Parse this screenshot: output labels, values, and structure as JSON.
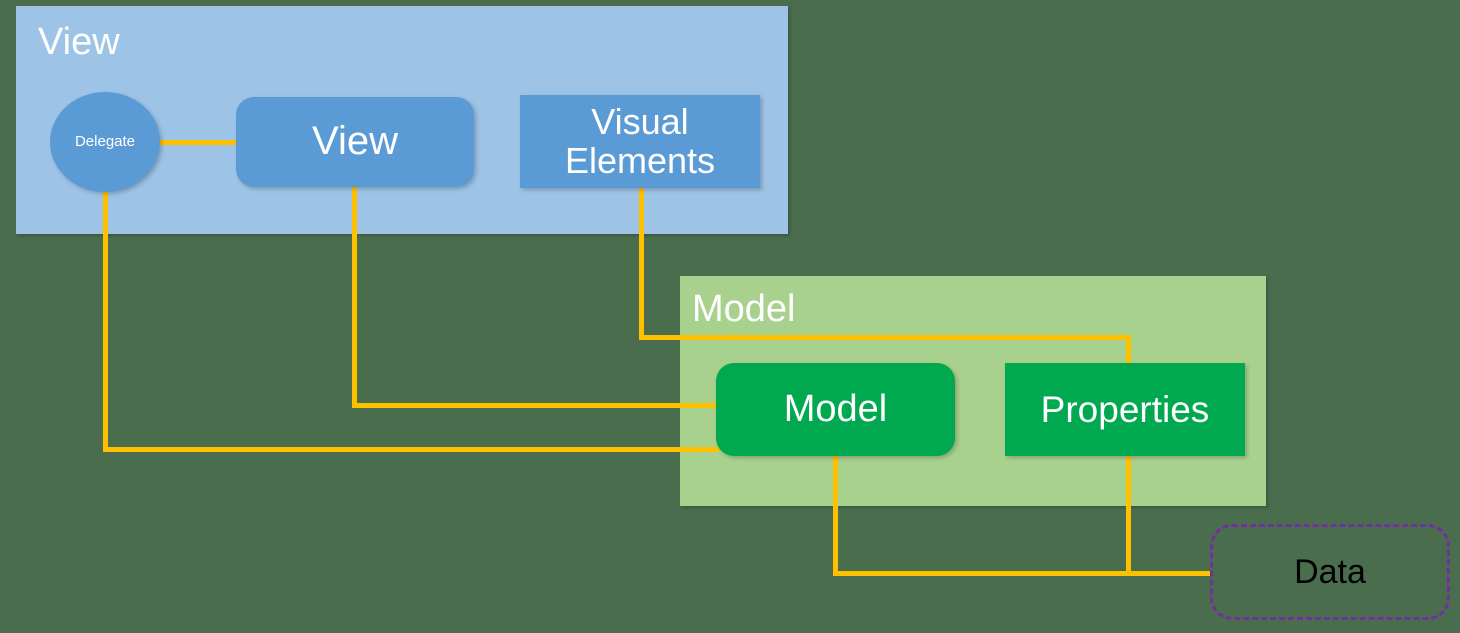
{
  "diagram": {
    "title": "View / Model architecture diagram",
    "background_color": "#4a6d4d",
    "connector_color": "#ffc000"
  },
  "groups": [
    {
      "id": "view-group",
      "label": "View",
      "fill": "#9dc3e6",
      "text_color": "#ffffff"
    },
    {
      "id": "model-group",
      "label": "Model",
      "fill": "#a9d18e",
      "text_color": "#ffffff"
    }
  ],
  "nodes": [
    {
      "id": "delegate",
      "label": "Delegate",
      "shape": "ellipse",
      "fill": "#5b9bd5",
      "text_color": "#ffffff",
      "group": "View"
    },
    {
      "id": "view",
      "label": "View",
      "shape": "rounded-rect",
      "fill": "#5b9bd5",
      "text_color": "#ffffff",
      "group": "View"
    },
    {
      "id": "visual-elements",
      "label": "Visual Elements",
      "label_line1": "Visual",
      "label_line2": "Elements",
      "shape": "rect",
      "fill": "#5b9bd5",
      "text_color": "#ffffff",
      "group": "View"
    },
    {
      "id": "model",
      "label": "Model",
      "shape": "rounded-rect",
      "fill": "#00a94f",
      "text_color": "#ffffff",
      "group": "Model"
    },
    {
      "id": "properties",
      "label": "Properties",
      "shape": "rect",
      "fill": "#00a94f",
      "text_color": "#ffffff",
      "group": "Model"
    },
    {
      "id": "data",
      "label": "Data",
      "shape": "rounded-rect-dashed",
      "fill": "transparent",
      "border_color": "#7030a0",
      "text_color": "#000000",
      "group": null
    }
  ],
  "connections": [
    {
      "from": "delegate",
      "to": "view",
      "style": "orthogonal"
    },
    {
      "from": "delegate",
      "to": "model",
      "style": "orthogonal"
    },
    {
      "from": "view",
      "to": "model",
      "style": "orthogonal"
    },
    {
      "from": "visual-elements",
      "to": "properties",
      "style": "orthogonal"
    },
    {
      "from": "model",
      "to": "data",
      "style": "orthogonal"
    },
    {
      "from": "properties",
      "to": "data",
      "style": "orthogonal"
    }
  ]
}
